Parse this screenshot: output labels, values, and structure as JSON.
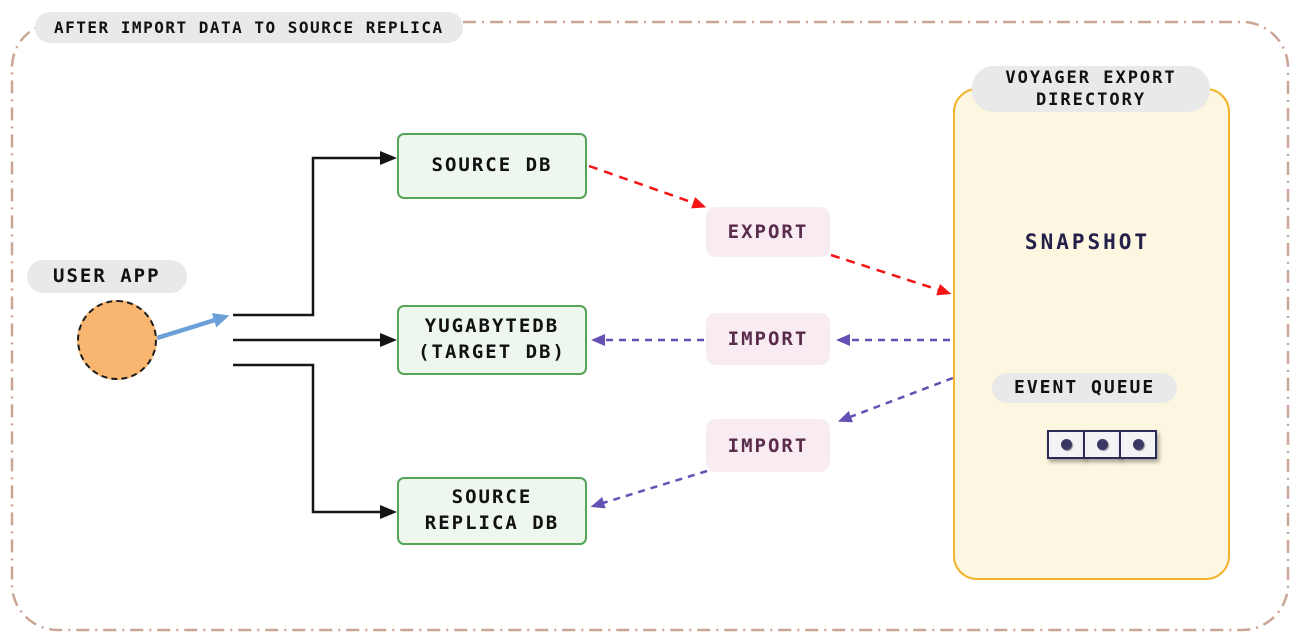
{
  "title": "AFTER IMPORT DATA TO SOURCE REPLICA",
  "user_app": {
    "label": "USER APP"
  },
  "nodes": {
    "source_db": {
      "line1": "SOURCE DB"
    },
    "target_db": {
      "line1": "YUGABYTEDB",
      "line2": "(TARGET DB)"
    },
    "source_replica_db": {
      "line1": "SOURCE",
      "line2": "REPLICA DB"
    }
  },
  "flows": {
    "export": {
      "label": "EXPORT"
    },
    "import_target": {
      "label": "IMPORT"
    },
    "import_replica": {
      "label": "IMPORT"
    }
  },
  "voyager_panel": {
    "title_line1": "VOYAGER EXPORT",
    "title_line2": "DIRECTORY",
    "snapshot": {
      "label": "SNAPSHOT"
    },
    "event_queue": {
      "label": "EVENT QUEUE",
      "item_count": 3
    }
  },
  "colors": {
    "frame_border": "#c9a695",
    "pill_bg": "#e9e9e9",
    "node_fill": "#edf7ee",
    "node_border": "#55a556",
    "edge_fill": "#f8ecf2",
    "edge_text": "#5a2c4b",
    "red": "#f51414",
    "purple": "#6550b4",
    "panel_fill": "#fdf6e0",
    "panel_border": "#f3b42d",
    "cyl_fill": "#cbc3e5",
    "cyl_stroke": "#4a3a92",
    "circle_fill": "#f9b671",
    "blue": "#6a9fd8",
    "line_color": "#151515"
  }
}
